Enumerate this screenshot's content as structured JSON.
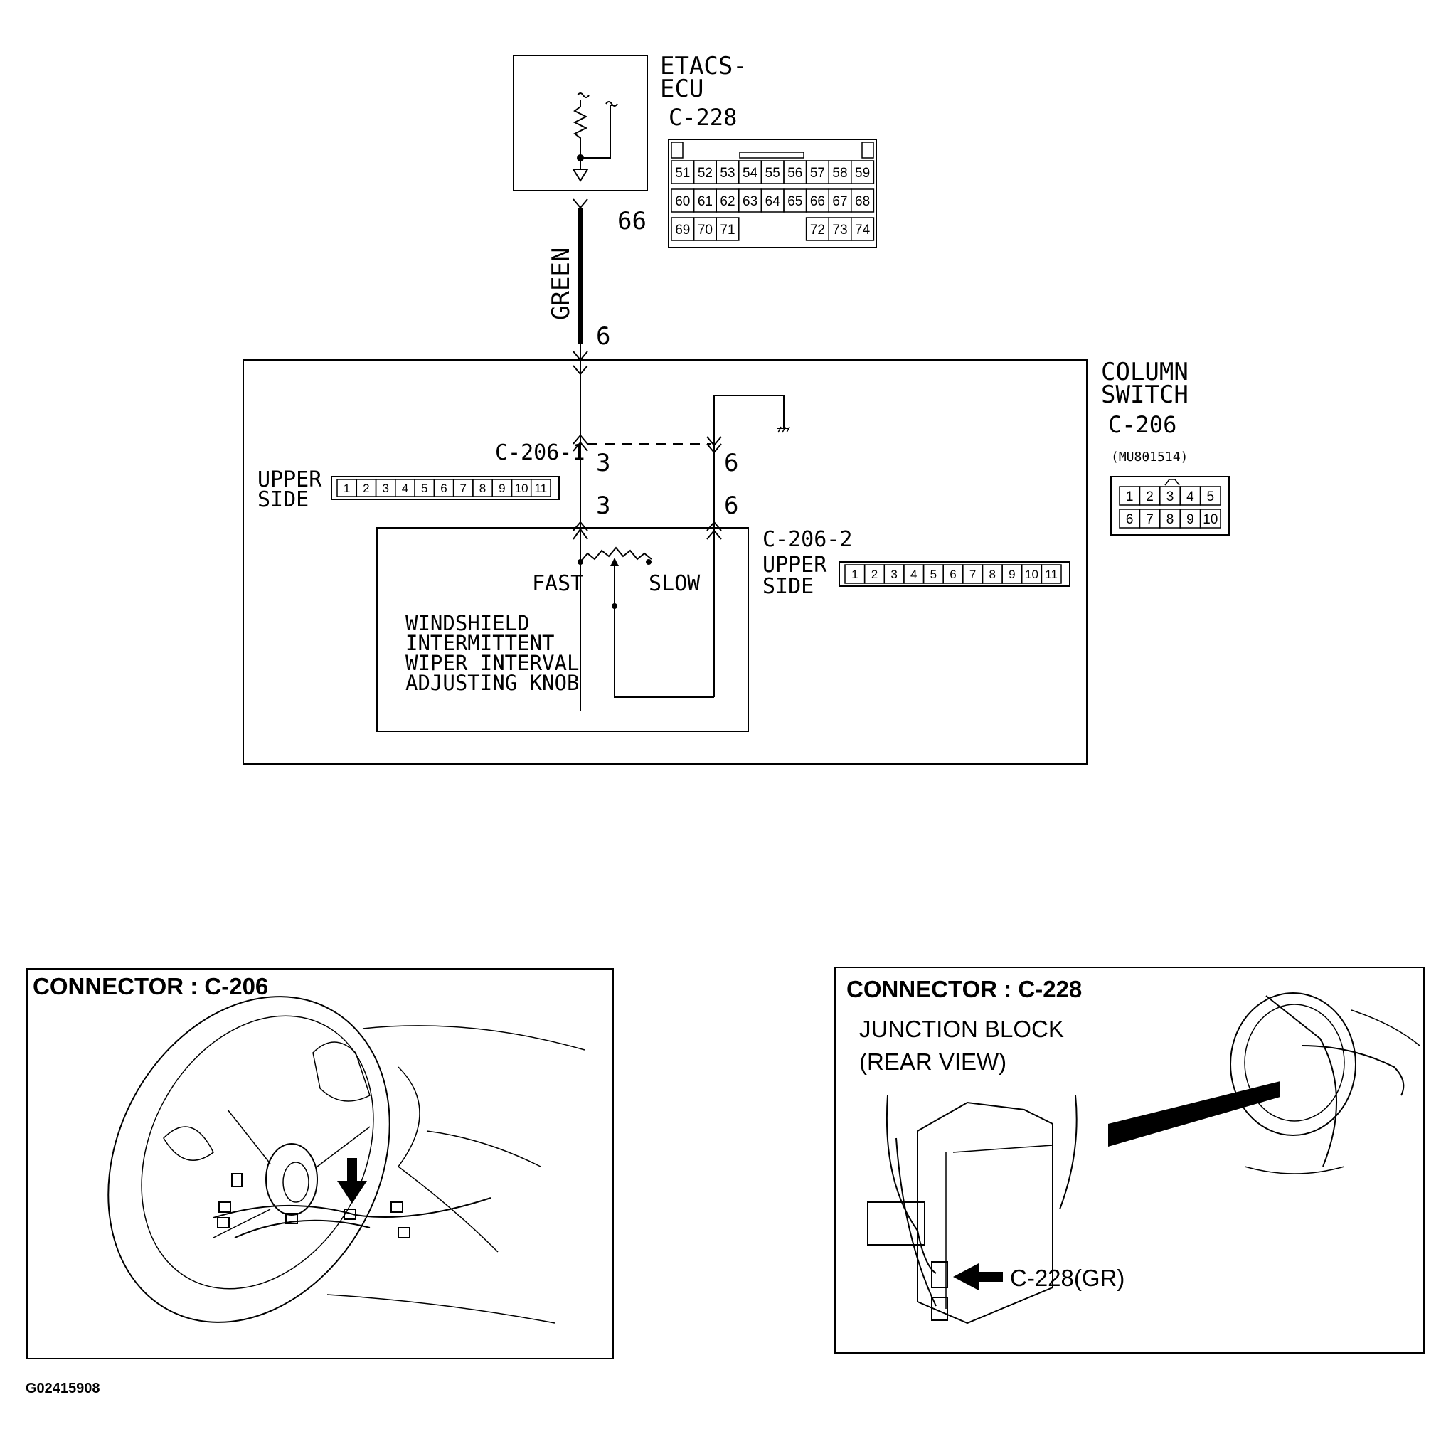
{
  "ecu": {
    "title_line1": "ETACS-",
    "title_line2": "ECU",
    "connector": "C-228",
    "pins_row1": [
      "51",
      "52",
      "53",
      "54",
      "55",
      "56",
      "57",
      "58",
      "59"
    ],
    "pins_row2": [
      "60",
      "61",
      "62",
      "63",
      "64",
      "65",
      "66",
      "67",
      "68"
    ],
    "pins_row3_left": [
      "69",
      "70",
      "71"
    ],
    "pins_row3_right": [
      "72",
      "73",
      "74"
    ]
  },
  "wire": {
    "color": "GREEN",
    "pin_top": "66",
    "pin_bottom": "6"
  },
  "column_switch": {
    "title_line1": "COLUMN",
    "title_line2": "SWITCH",
    "connector": "C-206",
    "part_number": "(MU801514)",
    "pins_row1": [
      "1",
      "2",
      "3",
      "4",
      "5"
    ],
    "pins_row2": [
      "6",
      "7",
      "8",
      "9",
      "10"
    ],
    "sub1_label": "C-206-1",
    "sub2_label": "C-206-2",
    "upper_side_line1": "UPPER",
    "upper_side_line2": "SIDE",
    "strip_pins": [
      "1",
      "2",
      "3",
      "4",
      "5",
      "6",
      "7",
      "8",
      "9",
      "10",
      "11"
    ],
    "pin_3_top": "3",
    "pin_6_top": "6",
    "pin_3_bottom": "3",
    "pin_6_bottom": "6"
  },
  "knob": {
    "fast": "FAST",
    "slow": "SLOW",
    "line1": "WINDSHIELD",
    "line2": "INTERMITTENT",
    "line3": "WIPER INTERVAL",
    "line4": "ADJUSTING KNOB"
  },
  "panel_c206": {
    "title": "CONNECTOR : C-206"
  },
  "panel_c228": {
    "title": "CONNECTOR : C-228",
    "sub_line1": "JUNCTION BLOCK",
    "sub_line2": "(REAR VIEW)",
    "callout": "C-228(GR)"
  },
  "figure_code": "G02415908"
}
